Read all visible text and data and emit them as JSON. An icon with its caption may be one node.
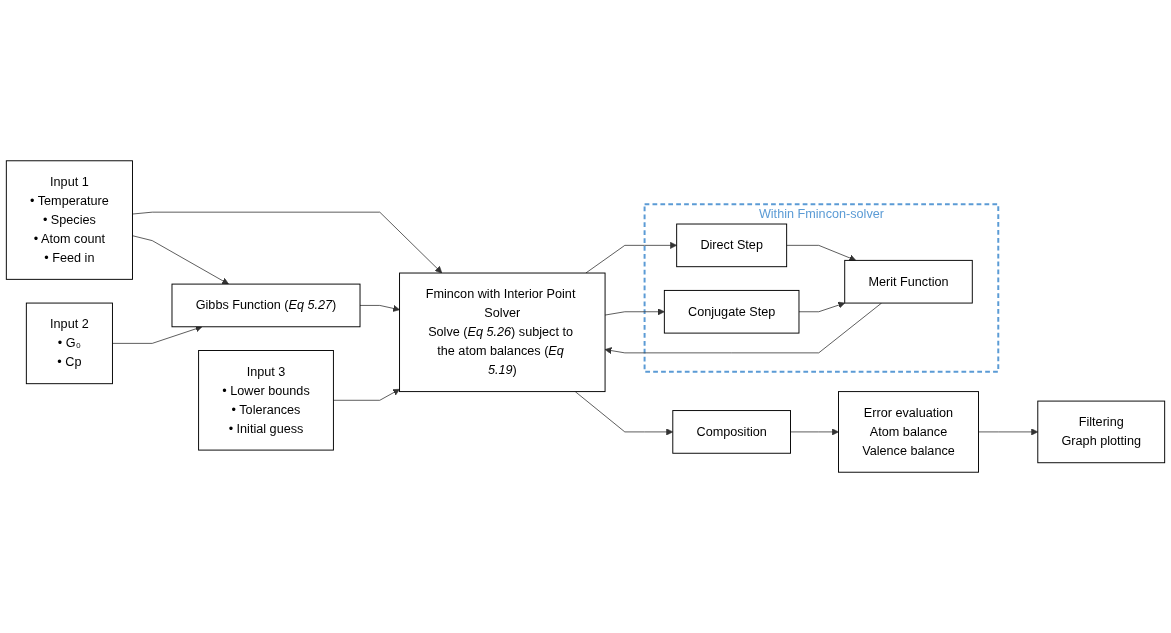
{
  "diagram": {
    "nodes": [
      {
        "text": [
          "Input 1",
          "• Temperature",
          "• Species",
          "• Atom count",
          "• Feed in"
        ]
      },
      {
        "text": [
          "Input 2",
          "• G₀",
          "• Cp"
        ]
      },
      {
        "text": [
          "Gibbs Function (*Eq 5.27*)"
        ]
      },
      {
        "text": [
          "Input 3",
          "• Lower bounds",
          "• Tolerances",
          "• Initial guess"
        ]
      },
      {
        "text": [
          "Fmincon with Interior Point Solver",
          "Solve (*Eq 5.26*) subject to the atom balances (*Eq 5.19*)"
        ]
      },
      {
        "text": [
          "Within Fmincon-solver"
        ]
      },
      {
        "text": [
          "Direct Step"
        ],
        "in": 5
      },
      {
        "text": [
          "Conjugate Step"
        ],
        "in": 5
      },
      {
        "text": [
          "Merit Function"
        ],
        "in": 5
      },
      {
        "text": [
          "Composition"
        ]
      },
      {
        "text": [
          "Error evaluation",
          "Atom balance",
          "Valence balance"
        ]
      },
      {
        "text": [
          "Filtering",
          "Graph plotting"
        ]
      }
    ],
    "edges": [
      {
        "from": 0,
        "to": 2,
        "arrow": "to"
      },
      {
        "from": 1,
        "to": 2,
        "arrow": "to"
      },
      {
        "from": 0,
        "to": 4,
        "arrow": "to"
      },
      {
        "from": 2,
        "to": 4,
        "arrow": "to"
      },
      {
        "from": 3,
        "to": 4,
        "arrow": "to"
      },
      {
        "from": 4,
        "to": 6,
        "arrow": "to"
      },
      {
        "from": 4,
        "to": 7,
        "arrow": "to"
      },
      {
        "from": 6,
        "to": 8,
        "arrow": "to"
      },
      {
        "from": 7,
        "to": 8,
        "arrow": "to"
      },
      {
        "from": 8,
        "to": 4,
        "arrow": "to"
      },
      {
        "from": 4,
        "to": 9,
        "arrow": "to"
      },
      {
        "from": 9,
        "to": 10,
        "arrow": "to"
      },
      {
        "from": 10,
        "to": 11,
        "arrow": "to"
      }
    ]
  }
}
